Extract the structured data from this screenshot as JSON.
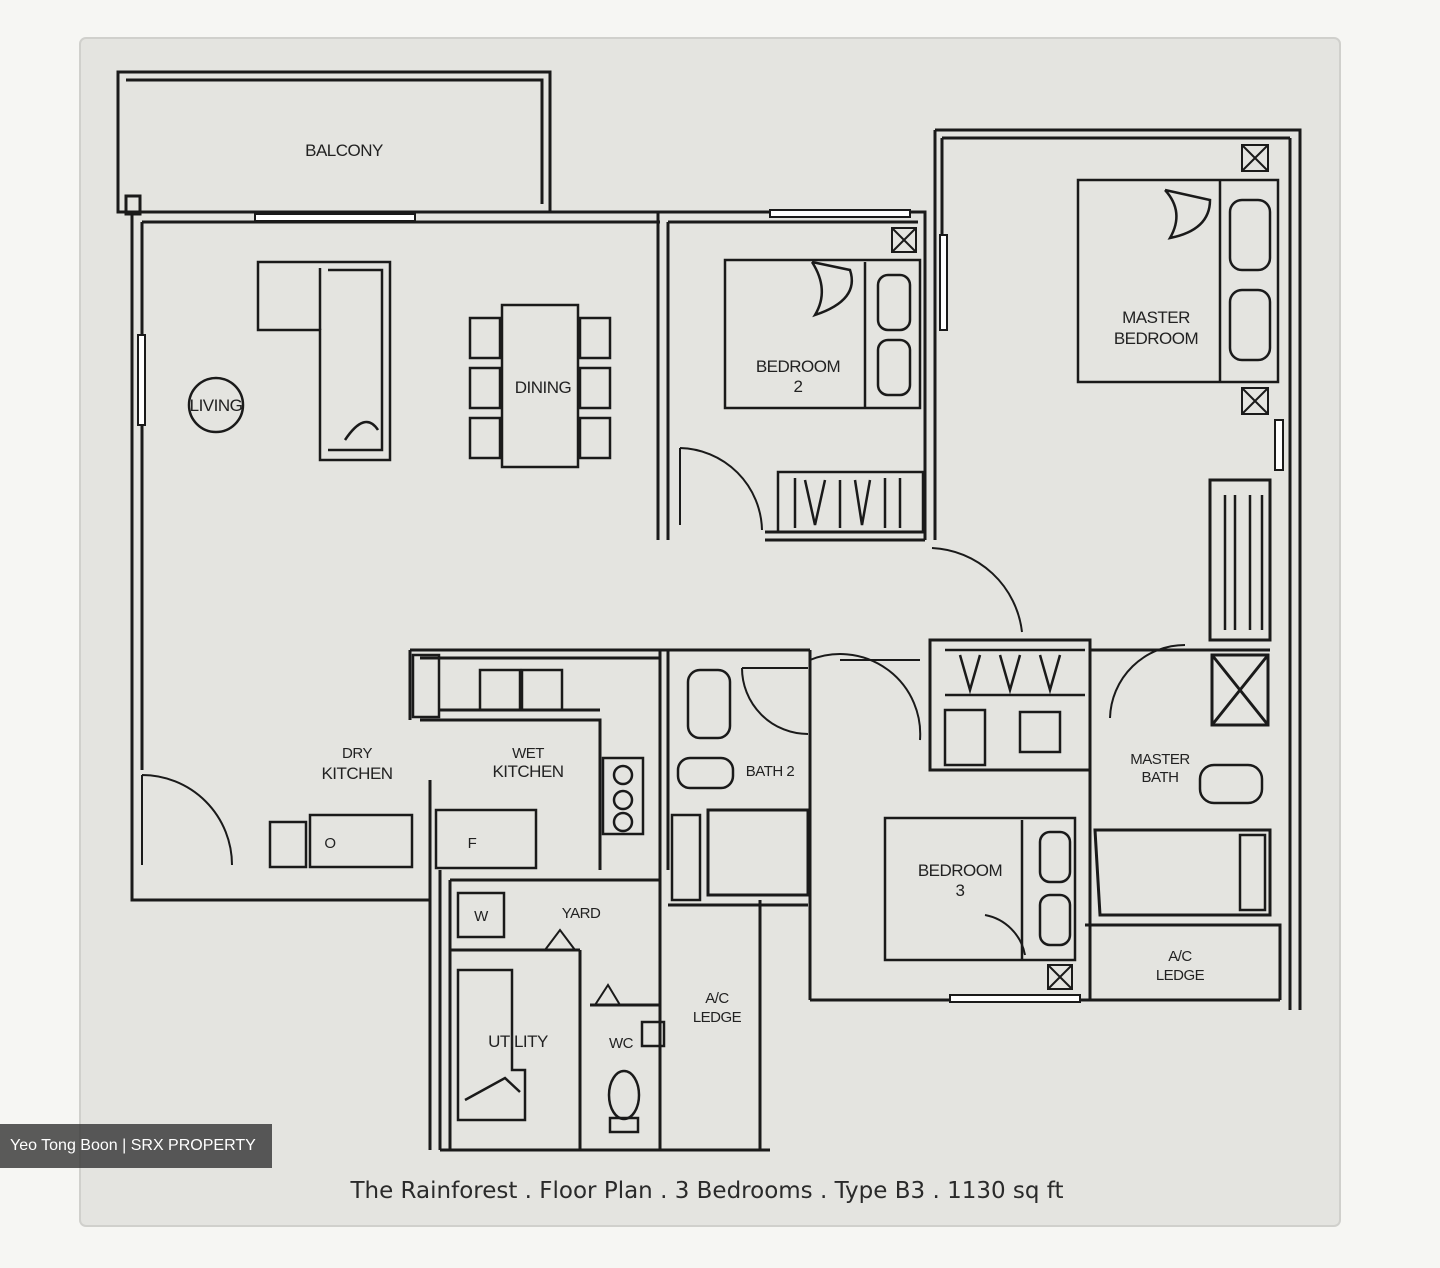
{
  "rooms": {
    "balcony": "BALCONY",
    "living": "LIVING",
    "dining": "DINING",
    "bedroom2_line1": "BEDROOM",
    "bedroom2_line2": "2",
    "master_bedroom_line1": "MASTER",
    "master_bedroom_line2": "BEDROOM",
    "dry_kitchen_line1": "DRY",
    "dry_kitchen_line2": "KITCHEN",
    "wet_kitchen_line1": "WET",
    "wet_kitchen_line2": "KITCHEN",
    "bath2": "BATH 2",
    "master_bath_line1": "MASTER",
    "master_bath_line2": "BATH",
    "bedroom3_line1": "BEDROOM",
    "bedroom3_line2": "3",
    "yard": "YARD",
    "utility": "UTILITY",
    "wc": "WC",
    "ac_ledge_left_line1": "A/C",
    "ac_ledge_left_line2": "LEDGE",
    "ac_ledge_right_line1": "A/C",
    "ac_ledge_right_line2": "LEDGE",
    "oven": "O",
    "fridge": "F",
    "washer": "W"
  },
  "caption": "The Rainforest . Floor Plan . 3 Bedrooms . Type B3 . 1130 sq ft",
  "watermark": "Yeo Tong Boon | SRX PROPERTY",
  "colors": {
    "paper": "#e4e4e0",
    "wall": "#1a1a1a",
    "background": "#f6f6f3"
  }
}
